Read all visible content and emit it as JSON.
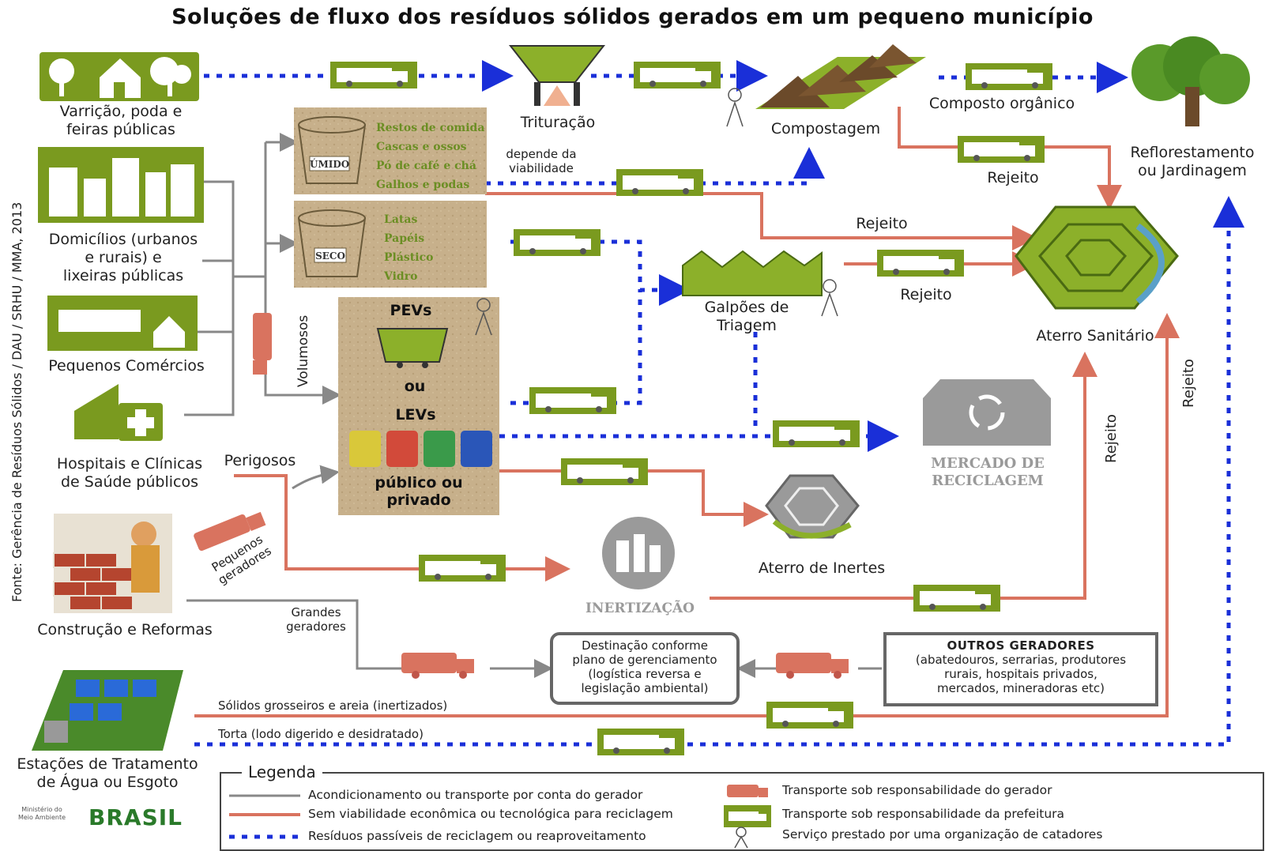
{
  "title": "Soluções de fluxo dos resíduos sólidos gerados em um pequeno município",
  "source": "Fonte: Gerência de Resíduos Sólidos / DAU / SRHU / MMA, 2013",
  "generators": {
    "varricao": "Varrição, poda e\nfeiras públicas",
    "domicilios": "Domicílios (urbanos\ne rurais) e\nlixeiras públicas",
    "comercios": "Pequenos Comércios",
    "hospitais": "Hospitais e Clínicas\nde Saúde públicos",
    "construcao": "Construção e Reformas",
    "estacoes": "Estações de Tratamento\nde Água ou Esgoto"
  },
  "bins": {
    "umido_tag": "ÚMIDO",
    "umido_items": [
      "Restos de comida",
      "Cascas e ossos",
      "Pó de café e chá",
      "Galhos e podas"
    ],
    "seco_tag": "SECO",
    "seco_items": [
      "Latas",
      "Papéis",
      "Plástico",
      "Vidro"
    ]
  },
  "pev": {
    "pevs": "PEVs",
    "ou": "ou",
    "levs": "LEVs",
    "publico": "público ou\nprivado"
  },
  "facilities": {
    "trituracao": "Trituração",
    "compostagem": "Compostagem",
    "composto": "Composto orgânico",
    "reflorestamento": "Reflorestamento\nou Jardinagem",
    "galpoes": "Galpões de\nTriagem",
    "aterro_sanitario": "Aterro Sanitário",
    "mercado": "MERCADO DE\nRECICLAGEM",
    "aterro_inertes": "Aterro de Inertes",
    "inertizacao": "INERTIZAÇÃO"
  },
  "flow_labels": {
    "depende": "depende da\nviabilidade",
    "rejeito": "Rejeito",
    "volumosos": "Volumosos",
    "perigosos": "Perigosos",
    "pequenos_geradores": "Pequenos\ngeradores",
    "grandes_geradores": "Grandes\ngeradores",
    "solidos_grosseiros": "Sólidos grosseiros e areia (inertizados)",
    "torta": "Torta (lodo digerido e desidratado)"
  },
  "destinacao": "Destinação conforme\nplano de gerenciamento\n(logística reversa e\nlegislação ambiental)",
  "outros": {
    "title": "OUTROS GERADORES",
    "body": "(abatedouros, serrarias, produtores\nrurais, hospitais privados,\nmercados, mineradoras etc)"
  },
  "legend": {
    "title": "Legenda",
    "gray_line": "Acondicionamento ou transporte por conta do gerador",
    "red_line": "Sem viabilidade econômica ou tecnológica para reciclagem",
    "blue_dots": "Resíduos passíveis de reciclagem ou reaproveitamento",
    "red_truck": "Transporte sob responsabilidade do gerador",
    "green_truck": "Transporte sob responsabilidade da prefeitura",
    "catadores": "Serviço prestado por uma organização de catadores"
  },
  "logos": {
    "ministerio": "Ministério do\nMeio Ambiente",
    "brasil": "BRASIL"
  },
  "colors": {
    "green": "#7a9a1f",
    "red_flow": "#d9735f",
    "blue_flow": "#1a2fd8",
    "gray_flow": "#888888"
  }
}
